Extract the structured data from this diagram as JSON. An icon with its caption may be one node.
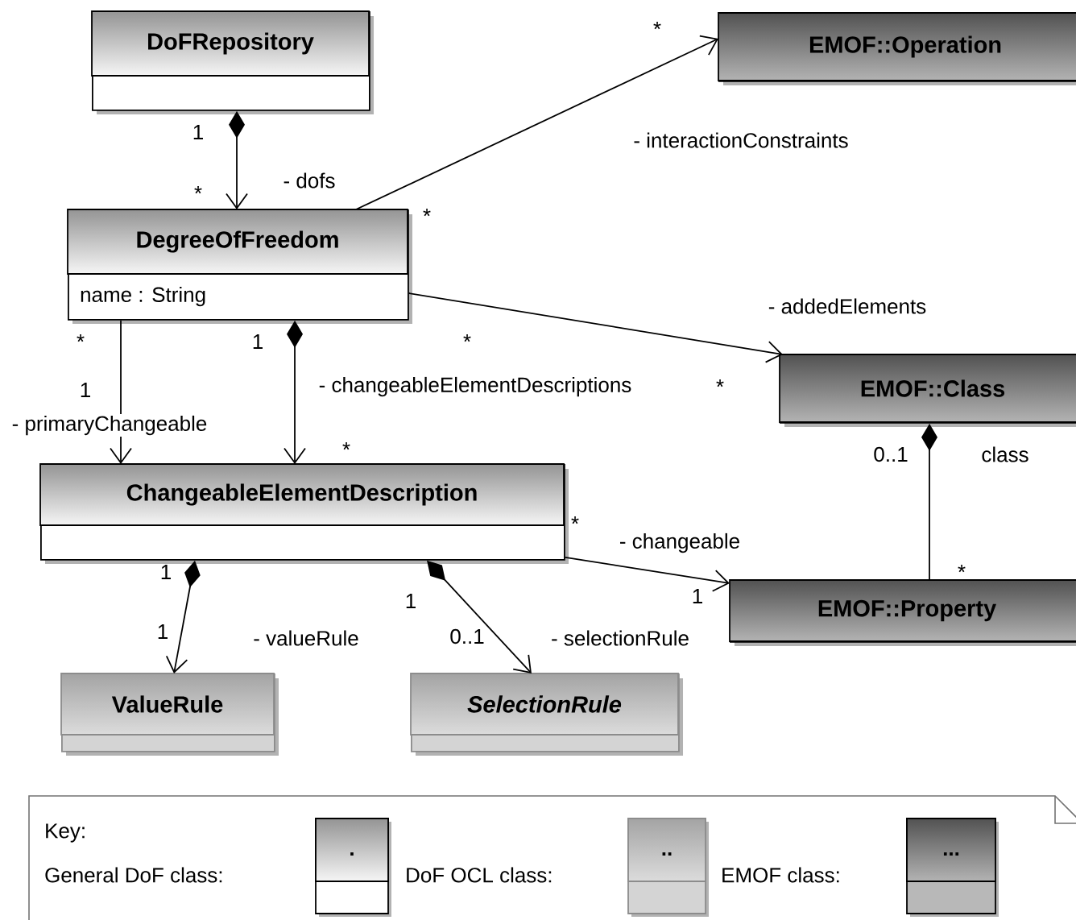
{
  "diagram": {
    "nodes": [
      {
        "text": [
          "DoFRepository"
        ]
      },
      {
        "text": [
          "DegreeOfFreedom",
          "name : String"
        ]
      },
      {
        "text": [
          "EMOF::Operation"
        ]
      },
      {
        "text": [
          "EMOF::Class"
        ]
      },
      {
        "text": [
          "ChangeableElementDescription"
        ]
      },
      {
        "text": [
          "EMOF::Property"
        ]
      },
      {
        "text": [
          "ValueRule"
        ]
      },
      {
        "text": [
          "SelectionRule"
        ]
      }
    ],
    "edges": [
      {
        "from": 0,
        "to": 1,
        "arrow": "to",
        "label": "- dofs"
      },
      {
        "from": 1,
        "to": 2,
        "arrow": "to",
        "label": "- interactionConstraints"
      },
      {
        "from": 1,
        "to": 3,
        "arrow": "to",
        "label": "- addedElements"
      },
      {
        "from": 1,
        "to": 4,
        "arrow": "to",
        "label": "- primaryChangeable"
      },
      {
        "from": 1,
        "to": 4,
        "arrow": "to",
        "label": "- changeableElementDescriptions"
      },
      {
        "from": 4,
        "to": 5,
        "arrow": "to",
        "label": "- changeable"
      },
      {
        "from": 3,
        "to": 5,
        "arrow": "other",
        "label": "class"
      },
      {
        "from": 4,
        "to": 6,
        "arrow": "to",
        "label": "- valueRule"
      },
      {
        "from": 4,
        "to": 7,
        "arrow": "to",
        "label": "- selectionRule"
      }
    ],
    "labels": [
      "1",
      "*",
      "*",
      "*",
      "*",
      "1",
      "*",
      "1",
      "*",
      "*",
      "0..1",
      "*",
      "1",
      "*",
      "1",
      "1",
      "1",
      "0..1",
      "Key:",
      ".",
      "..",
      "..."
    ],
    "legend": [
      {
        "text": "General DoF class:"
      },
      {
        "text": "DoF OCL class:"
      },
      {
        "text": "EMOF class:"
      }
    ]
  }
}
